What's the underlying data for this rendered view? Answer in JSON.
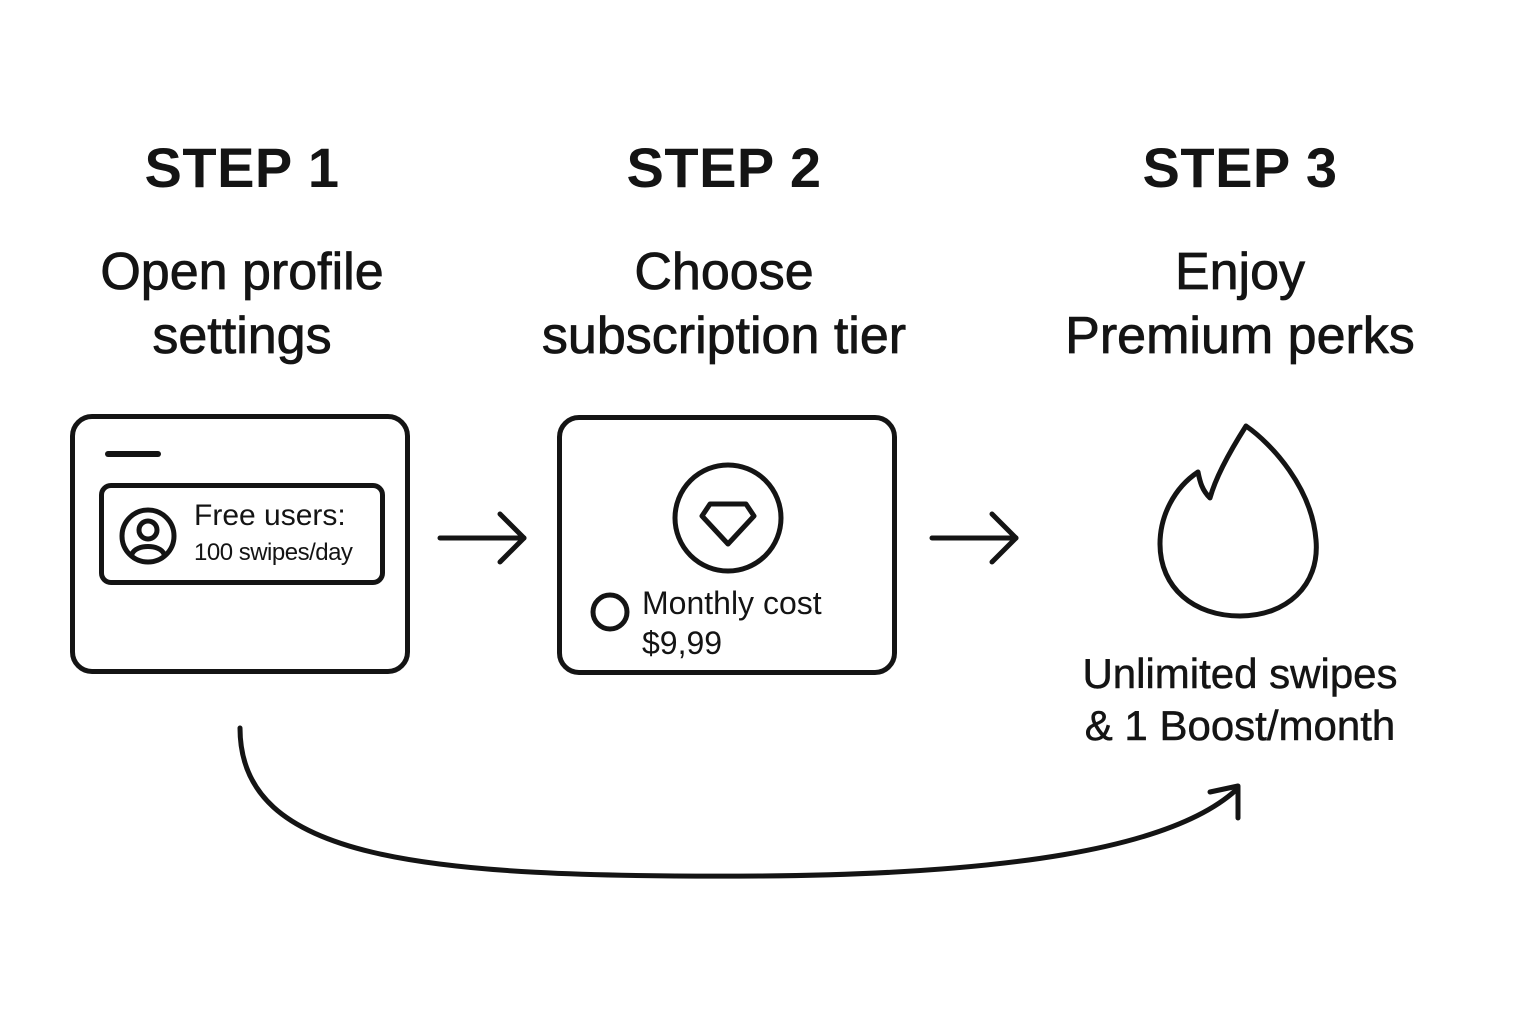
{
  "steps": [
    {
      "title": "STEP 1",
      "desc_lines": [
        "Open profile",
        "settings"
      ],
      "card": {
        "free_label": "Free users:",
        "free_detail": "100 swipes/day"
      }
    },
    {
      "title": "STEP 2",
      "desc_lines": [
        "Choose",
        "subscription tier"
      ],
      "card": {
        "cost_label": "Monthly cost",
        "cost_value": "$9,99"
      }
    },
    {
      "title": "STEP 3",
      "desc_lines": [
        "Enjoy",
        "Premium perks"
      ],
      "perks_lines": [
        "Unlimited swipes",
        "& 1 Boost/month"
      ]
    }
  ],
  "icons": {
    "card1_avatar": "user-avatar-icon",
    "card2_gem": "diamond-gem-icon",
    "card2_radio": "radio-circle-icon",
    "step3": "flame-icon",
    "arrows": "arrow-right-icon"
  },
  "colors": {
    "ink": "#141414",
    "background": "#ffffff"
  }
}
